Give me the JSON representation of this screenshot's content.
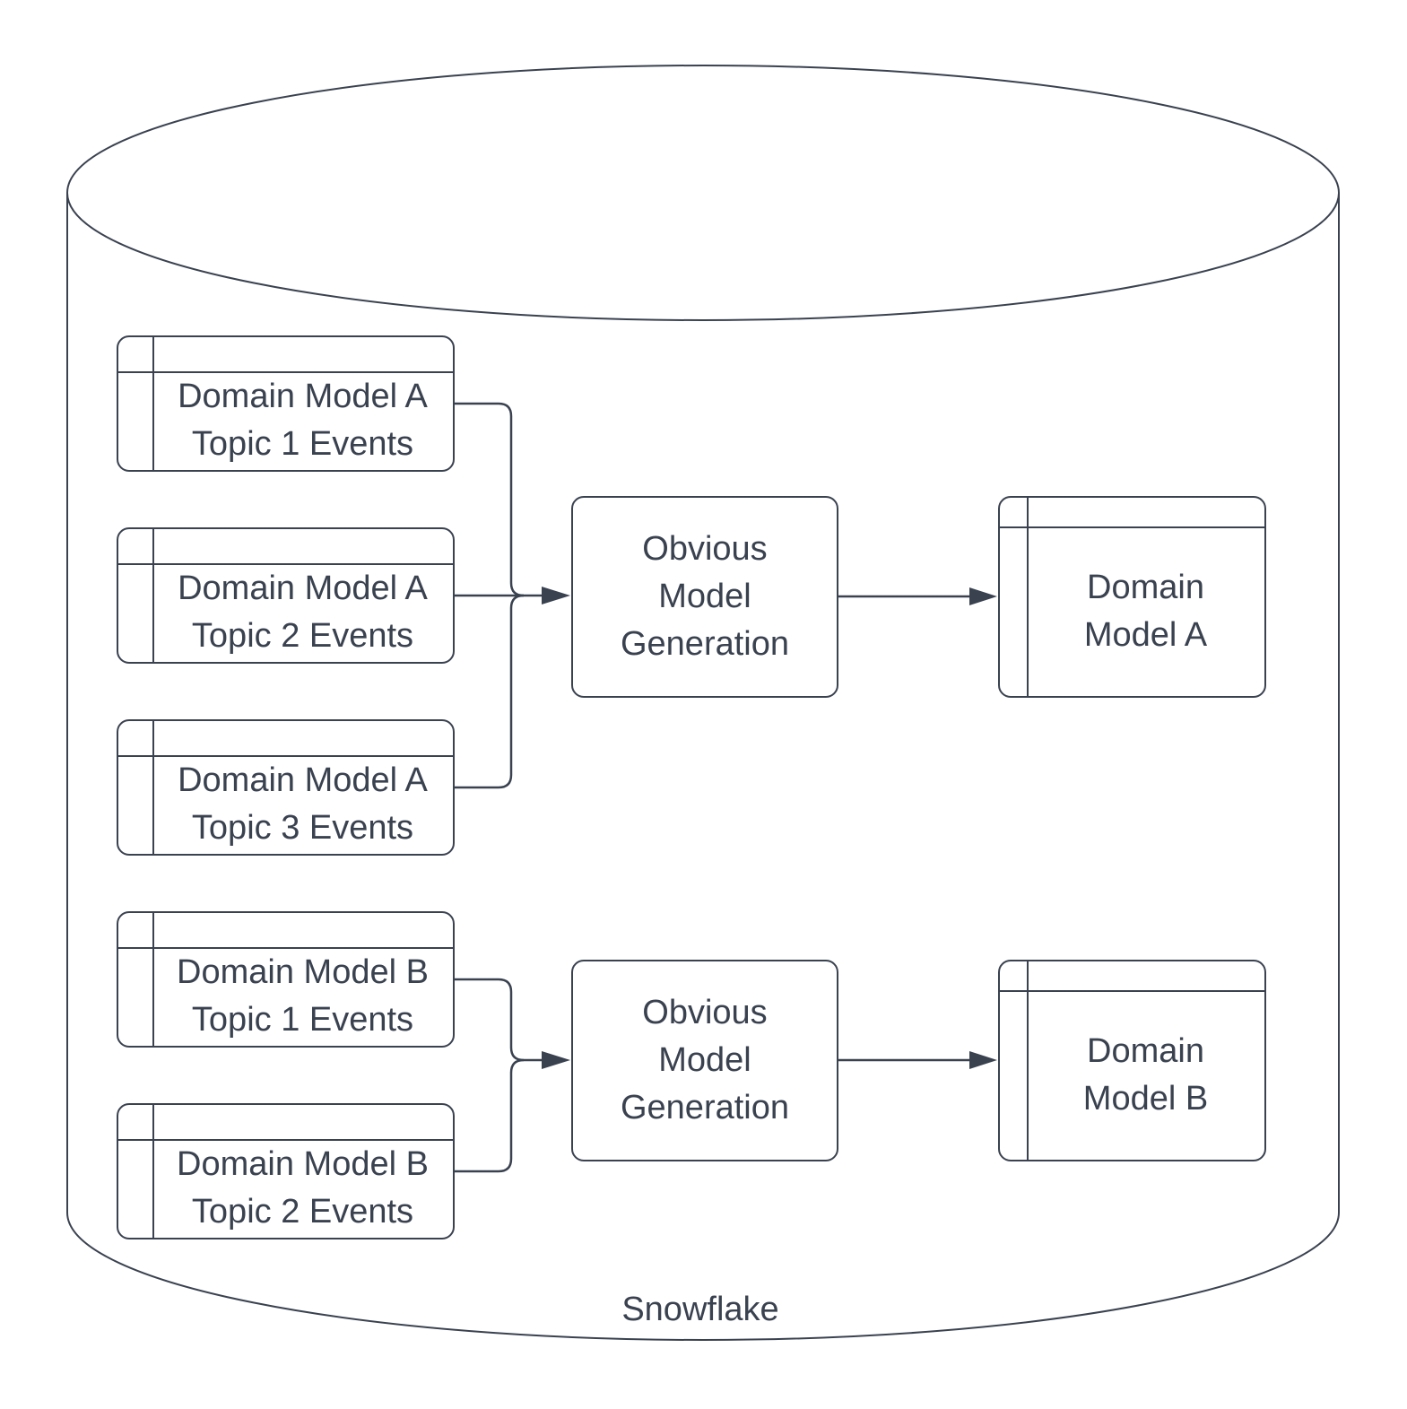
{
  "diagram": {
    "container_label": "Snowflake",
    "source_tables": [
      {
        "id": "a-topic-1",
        "label": "Domain Model A\nTopic 1 Events"
      },
      {
        "id": "a-topic-2",
        "label": "Domain Model A\nTopic 2 Events"
      },
      {
        "id": "a-topic-3",
        "label": "Domain Model A\nTopic 3 Events"
      },
      {
        "id": "b-topic-1",
        "label": "Domain Model B\nTopic 1 Events"
      },
      {
        "id": "b-topic-2",
        "label": "Domain Model B\nTopic 2 Events"
      }
    ],
    "processes": [
      {
        "id": "omg-a",
        "label": "Obvious\nModel\nGeneration"
      },
      {
        "id": "omg-b",
        "label": "Obvious\nModel\nGeneration"
      }
    ],
    "output_tables": [
      {
        "id": "domain-model-a",
        "label": "Domain\nModel A"
      },
      {
        "id": "domain-model-b",
        "label": "Domain\nModel B"
      }
    ],
    "edges": [
      {
        "from": "a-topic-1",
        "to": "omg-a"
      },
      {
        "from": "a-topic-2",
        "to": "omg-a"
      },
      {
        "from": "a-topic-3",
        "to": "omg-a"
      },
      {
        "from": "omg-a",
        "to": "domain-model-a"
      },
      {
        "from": "b-topic-1",
        "to": "omg-b"
      },
      {
        "from": "b-topic-2",
        "to": "omg-b"
      },
      {
        "from": "omg-b",
        "to": "domain-model-b"
      }
    ],
    "colors": {
      "stroke": "#3a4250",
      "text": "#3a4250",
      "fill": "#ffffff"
    }
  }
}
